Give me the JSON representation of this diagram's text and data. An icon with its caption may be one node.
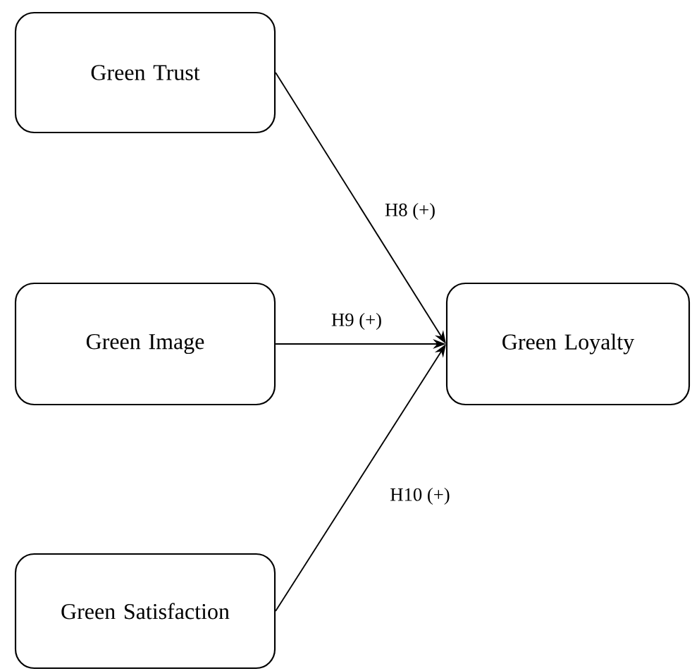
{
  "diagram": {
    "nodes": [
      {
        "text": [
          "Green Trust"
        ]
      },
      {
        "text": [
          "Green Image"
        ]
      },
      {
        "text": [
          "Green Satisfaction"
        ]
      },
      {
        "text": [
          "Green Loyalty"
        ]
      }
    ],
    "edges": [
      {
        "from": 0,
        "to": 3,
        "arrow": "to",
        "label": "H8 (+)"
      },
      {
        "from": 1,
        "to": 3,
        "arrow": "to",
        "label": "H9 (+)"
      },
      {
        "from": 2,
        "to": 3,
        "arrow": "to",
        "label": "H10 (+)"
      }
    ]
  }
}
